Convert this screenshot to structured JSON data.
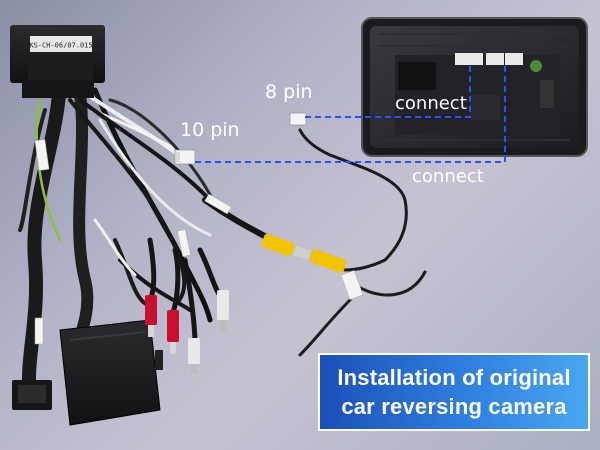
{
  "labels": {
    "pin8": "8 pin",
    "pin10": "10 pin",
    "connect_upper": "connect",
    "connect_lower": "connect"
  },
  "module_label": "KS-CH-06/07.015",
  "caption": {
    "line1": "Installation of original",
    "line2": "car reversing camera"
  },
  "colors": {
    "connection_line": "#2f4fff",
    "caption_bg": "#2f7fe0",
    "rca_yellow": "#f2c300",
    "rca_red": "#c8102e",
    "rca_white": "#e9e9e9"
  }
}
